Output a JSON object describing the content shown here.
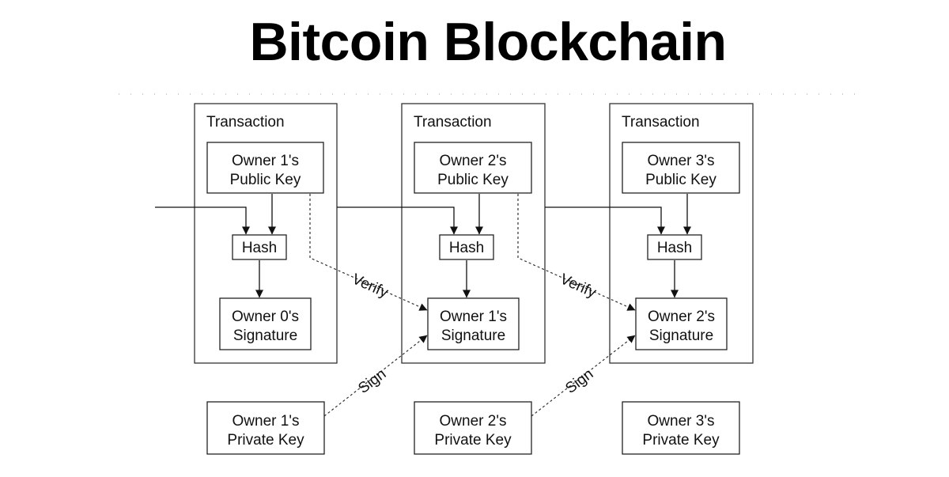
{
  "title": "Bitcoin Blockchain",
  "transactions": [
    {
      "header": "Transaction",
      "public_key": [
        "Owner 1's",
        "Public Key"
      ],
      "hash": "Hash",
      "signature": [
        "Owner 0's",
        "Signature"
      ]
    },
    {
      "header": "Transaction",
      "public_key": [
        "Owner 2's",
        "Public Key"
      ],
      "hash": "Hash",
      "signature": [
        "Owner 1's",
        "Signature"
      ]
    },
    {
      "header": "Transaction",
      "public_key": [
        "Owner 3's",
        "Public Key"
      ],
      "hash": "Hash",
      "signature": [
        "Owner 2's",
        "Signature"
      ]
    }
  ],
  "private_keys": [
    [
      "Owner 1's",
      "Private Key"
    ],
    [
      "Owner 2's",
      "Private Key"
    ],
    [
      "Owner 3's",
      "Private Key"
    ]
  ],
  "edge_labels": {
    "verify": "Verify",
    "sign": "Sign"
  }
}
